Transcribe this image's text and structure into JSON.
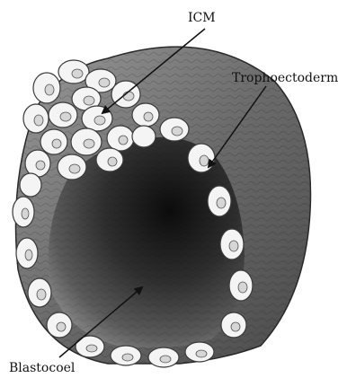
{
  "labels": {
    "icm": "ICM",
    "trophoectoderm": "Trophoectoderm",
    "blastocoel": "Blastocoel"
  },
  "colors": {
    "cell_fill": "#f4f4f4",
    "cell_stroke": "#3a3a3a",
    "nucleus_fill": "#d6d6d6",
    "outer_wall": "#6e6e6e",
    "cavity_dark": "#1a1a1a",
    "label_text": "#111111"
  }
}
